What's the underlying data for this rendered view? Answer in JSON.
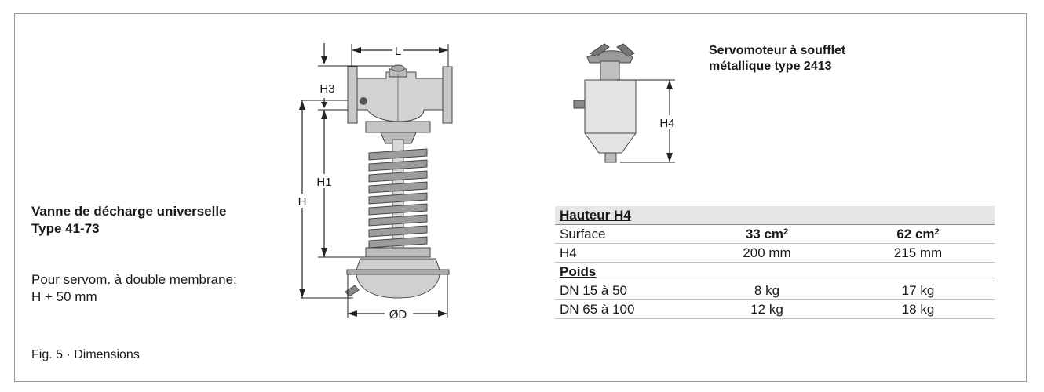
{
  "valve": {
    "title_line1": "Vanne de décharge universelle",
    "title_line2": "Type 41-73",
    "note_line1": "Pour servom. à double membrane:",
    "note_line2": "H + 50 mm"
  },
  "actuator": {
    "title_line1": "Servomoteur à soufflet",
    "title_line2": "métallique type 2413"
  },
  "dimensions": {
    "L": "L",
    "H3": "H3",
    "H1": "H1",
    "H": "H",
    "OD": "ØD",
    "H4": "H4"
  },
  "table": {
    "section1": "Hauteur  H4",
    "row_surface": {
      "label": "Surface",
      "v1": "33 cm",
      "v1_sup": "2",
      "v2": "62 cm",
      "v2_sup": "2"
    },
    "row_h4": {
      "label": "H4",
      "v1": "200 mm",
      "v2": "215 mm"
    },
    "section2": "Poids",
    "row_dn1": {
      "label": "DN 15 à 50",
      "v1": "8 kg",
      "v2": "17 kg"
    },
    "row_dn2": {
      "label": "DN 65 à 100",
      "v1": "12 kg",
      "v2": "18 kg"
    }
  },
  "caption": "Fig. 5 · Dimensions"
}
